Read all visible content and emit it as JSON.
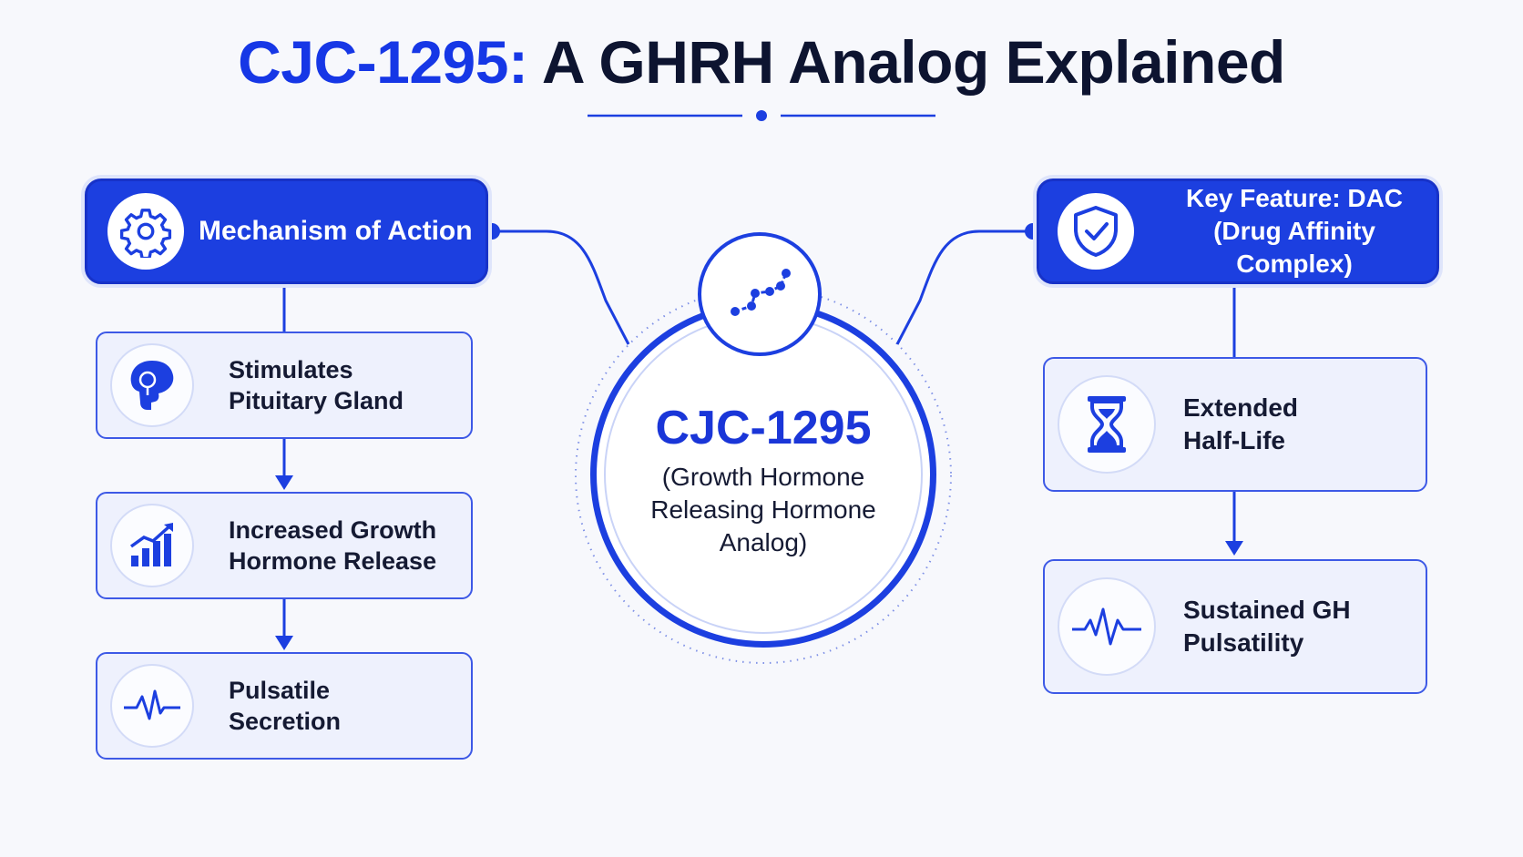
{
  "title": {
    "accent": "CJC-1295:",
    "rest": "A GHRH Analog Explained"
  },
  "left_header": {
    "label": "Mechanism of Action",
    "icon": "gear-icon"
  },
  "left_items": [
    {
      "line1": "Stimulates",
      "line2": "Pituitary Gland",
      "icon": "brain-head-icon"
    },
    {
      "line1": "Increased Growth",
      "line2": "Hormone Release",
      "icon": "bar-chart-up-icon"
    },
    {
      "line1": "Pulsatile",
      "line2": "Secretion",
      "icon": "pulse-icon"
    }
  ],
  "center": {
    "title": "CJC-1295",
    "sub1": "(Growth Hormone",
    "sub2": "Releasing Hormone",
    "sub3": "Analog)",
    "icon": "peptide-chain-icon"
  },
  "right_header": {
    "line1": "Key Feature: DAC",
    "line2": "(Drug Affinity Complex)",
    "icon": "shield-check-icon"
  },
  "right_items": [
    {
      "line1": "Extended",
      "line2": "Half-Life",
      "icon": "hourglass-icon"
    },
    {
      "line1": "Sustained GH",
      "line2": "Pulsatility",
      "icon": "heartbeat-icon"
    }
  ],
  "colors": {
    "primary": "#1c3fe0",
    "accent_text": "#1637e6",
    "dark_text": "#0d1430",
    "card_bg": "#eef1fd"
  }
}
